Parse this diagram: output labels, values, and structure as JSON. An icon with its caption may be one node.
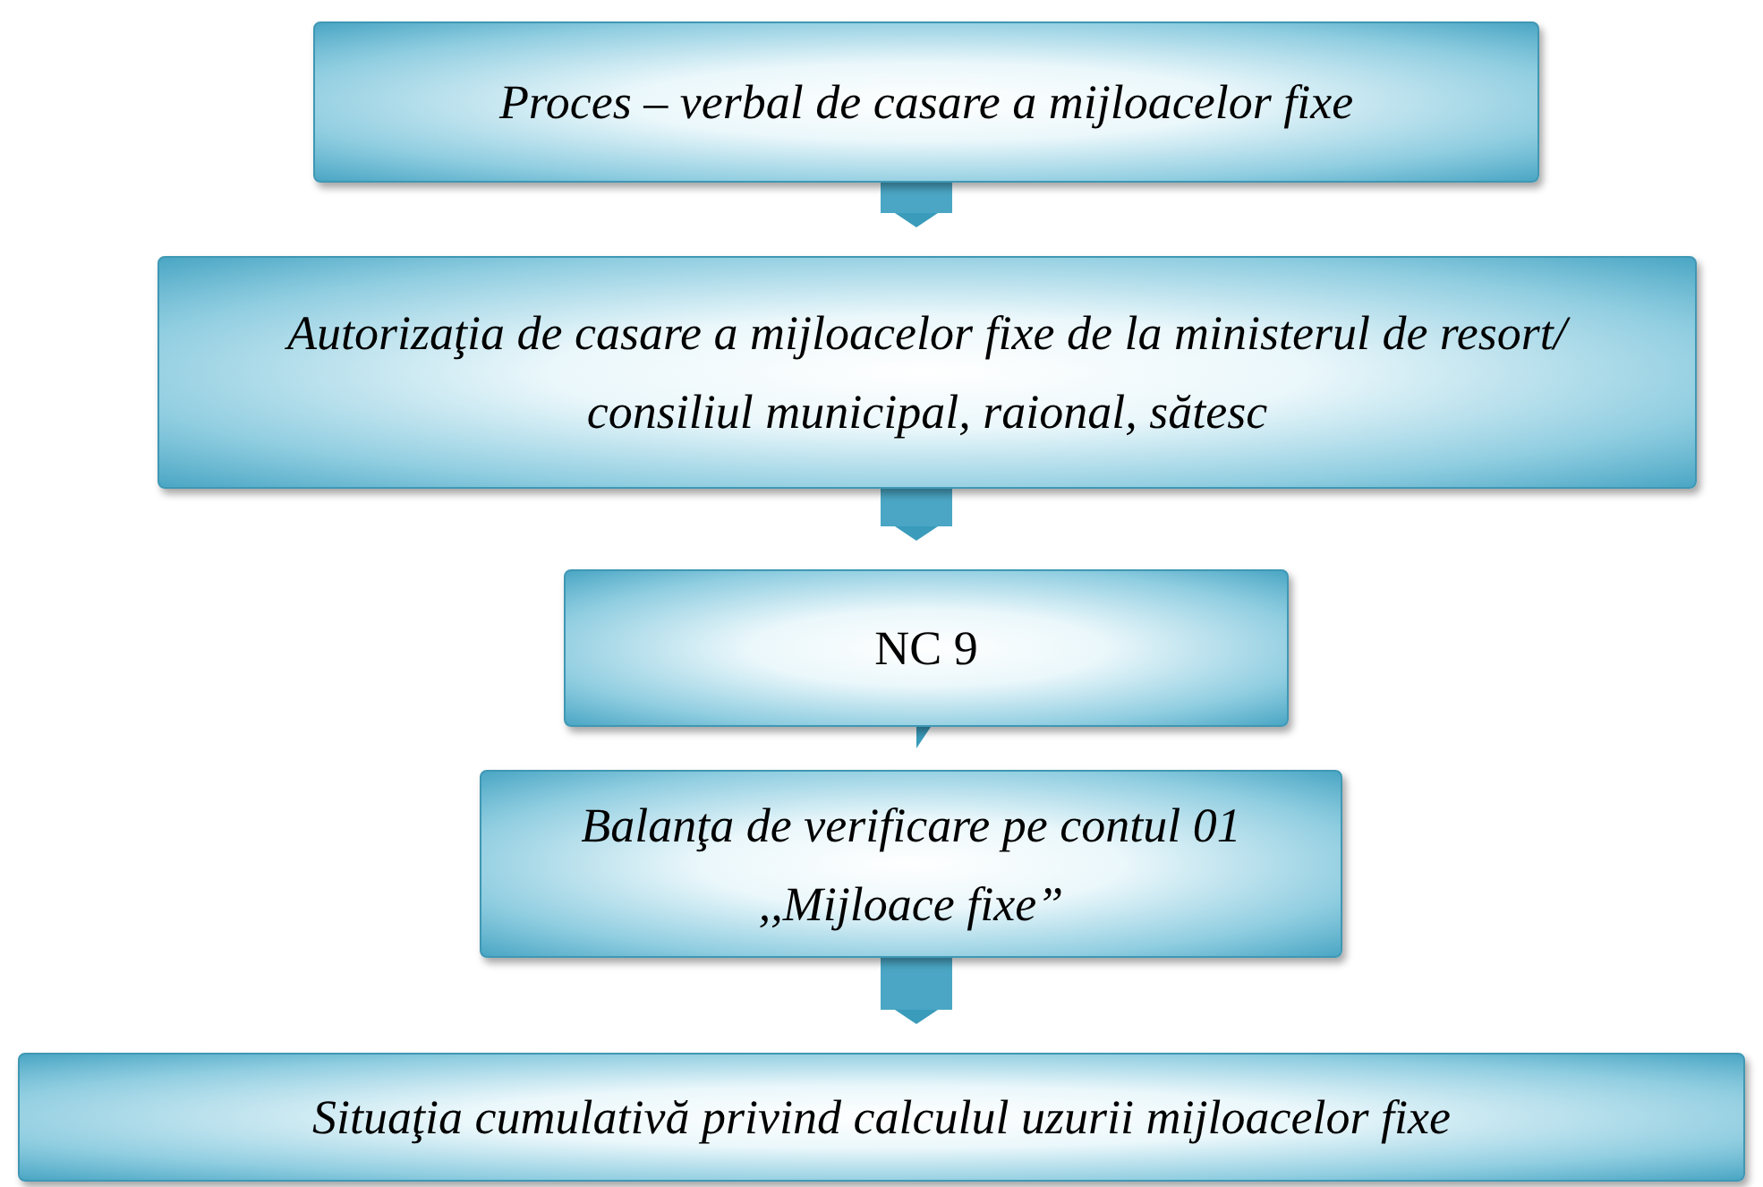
{
  "diagram": {
    "nodes": [
      {
        "text": [
          "Proces – verbal de casare a mijloacelor fixe"
        ]
      },
      {
        "text": [
          "Autorizaţia de casare a mijloacelor fixe de la ministerul de resort/ consiliul municipal, raional, sătesc"
        ]
      },
      {
        "text": [
          "NC 9"
        ]
      },
      {
        "text": [
          "Balanţa de verificare pe contul 01 ,,Mijloace fixe”"
        ]
      },
      {
        "text": [
          "Situaţia cumulativă privind calculul uzurii mijloacelor fixe"
        ]
      }
    ],
    "edges": [
      {
        "from": 0,
        "to": 1,
        "arrow": "to"
      },
      {
        "from": 1,
        "to": 2,
        "arrow": "to"
      },
      {
        "from": 2,
        "to": 3,
        "arrow": "to"
      },
      {
        "from": 3,
        "to": 4,
        "arrow": "to"
      }
    ]
  }
}
